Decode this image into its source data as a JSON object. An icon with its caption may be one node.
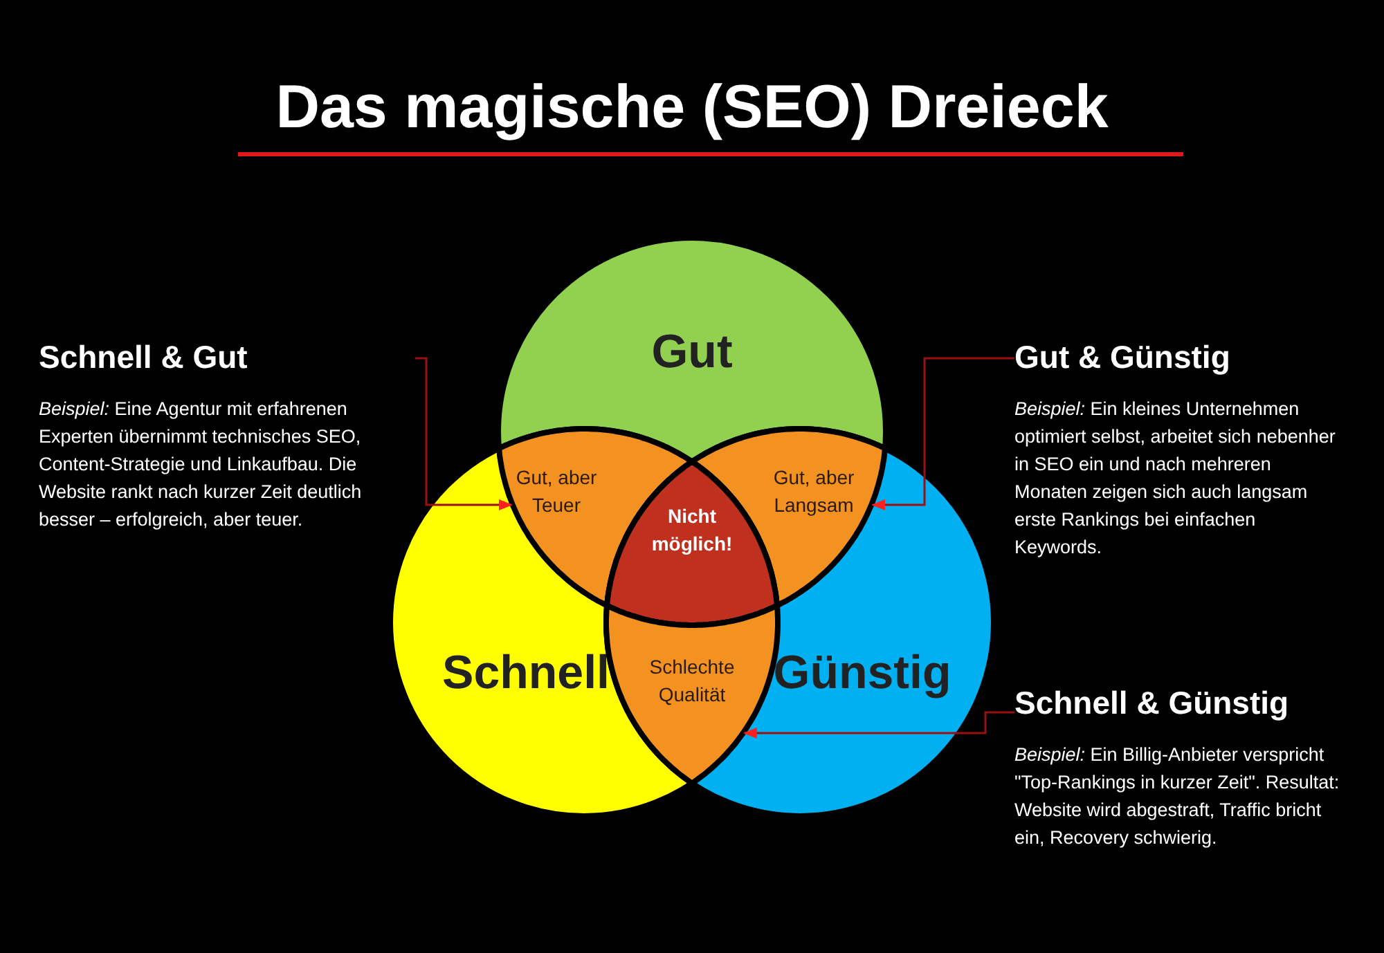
{
  "diagram": {
    "title": "Das magische (SEO) Dreieck",
    "nodes": [
      {
        "text": [
          "Gut"
        ]
      },
      {
        "text": [
          "Schnell"
        ]
      },
      {
        "text": [
          "Günstig"
        ]
      },
      {
        "text": [
          "Gut, aber Teuer"
        ]
      },
      {
        "text": [
          "Gut, aber Langsam"
        ]
      },
      {
        "text": [
          "Nicht möglich!"
        ]
      },
      {
        "text": [
          "Schlechte Qualität"
        ]
      },
      {
        "text": [
          "Schnell & Gut",
          "*Beispiel:* Eine Agentur mit erfahrenen Experten übernimmt technisches SEO, Content-Strategie und Linkaufbau. Die Website rankt nach kurzer Zeit deutlich besser – erfolgreich, aber teuer."
        ]
      },
      {
        "text": [
          "Gut & Günstig",
          "*Beispiel:* Ein kleines Unternehmen optimiert selbst, arbeitet sich nebenher in SEO ein und nach mehreren Monaten zeigen sich auch langsam erste Rankings bei einfachen Keywords."
        ]
      },
      {
        "text": [
          "Schnell & Günstig",
          "*Beispiel:* Ein Billig-Anbieter verspricht \"Top-Rankings in kurzer Zeit\". Resultat: Website wird abgestraft, Traffic bricht ein, Recovery schwierig."
        ]
      }
    ],
    "edges": [
      {
        "from": 7,
        "to": 3,
        "arrow": "to"
      },
      {
        "from": 8,
        "to": 4,
        "arrow": "to"
      },
      {
        "from": 9,
        "to": 6,
        "arrow": "to"
      }
    ]
  }
}
